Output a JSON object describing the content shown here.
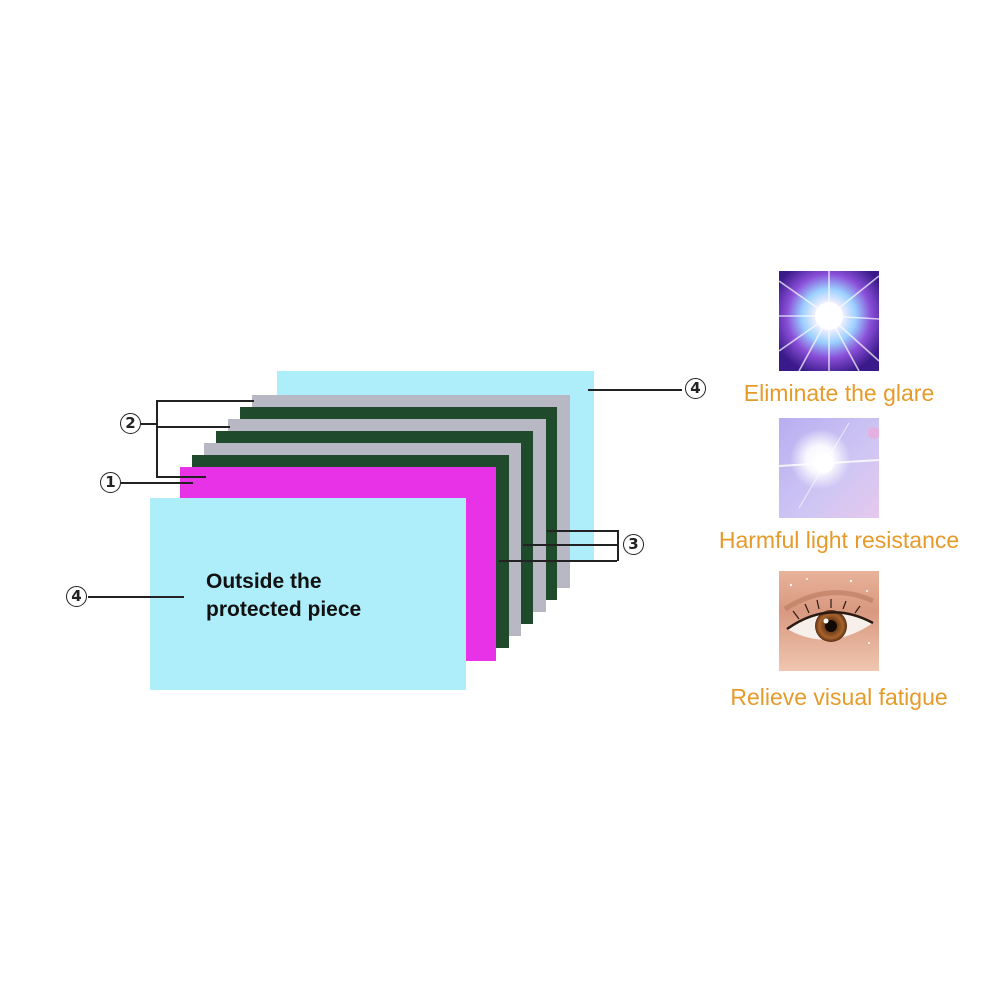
{
  "colors": {
    "cyan_layer": "#aeeefa",
    "gray_layer": "#b8b8c4",
    "green_layer": "#1f4a2c",
    "magenta_layer": "#e832e8",
    "caption": "#e69a2a",
    "line": "#222222"
  },
  "diagram": {
    "front_label_line1": "Outside the",
    "front_label_line2": "protected piece",
    "markers": {
      "m1": "1",
      "m2": "2",
      "m3": "3",
      "m4_back": "4",
      "m4_front": "4"
    }
  },
  "features": [
    {
      "icon": "glare-burst-icon",
      "caption": "Eliminate the glare"
    },
    {
      "icon": "light-flare-icon",
      "caption": "Harmful light resistance"
    },
    {
      "icon": "eye-icon",
      "caption": "Relieve visual fatigue"
    }
  ]
}
